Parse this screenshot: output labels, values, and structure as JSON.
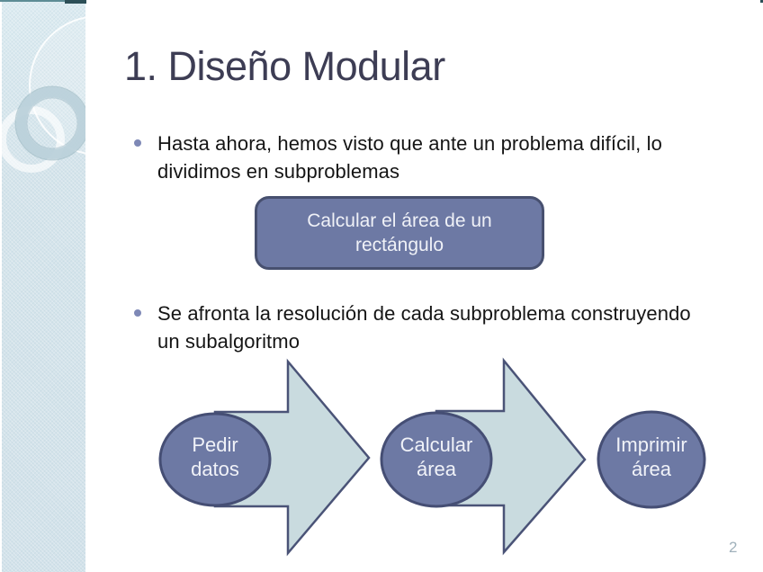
{
  "slide": {
    "title": "1. Diseño Modular",
    "page_number": "2",
    "bullets": [
      {
        "text": "Hasta ahora, hemos visto que ante un problema difícil, lo dividimos en subproblemas"
      },
      {
        "text": "Se afronta la resolución de cada subproblema construyendo un subalgoritmo"
      }
    ],
    "callout_box": {
      "text": "Calcular el área de un rectángulo"
    },
    "diagram": {
      "nodes": [
        {
          "line1": "Pedir",
          "line2": "datos"
        },
        {
          "line1": "Calcular",
          "line2": "área"
        },
        {
          "line1": "Imprimir",
          "line2": "área"
        }
      ]
    },
    "colors": {
      "title_text": "#3d3d54",
      "body_text": "#151515",
      "bullet_dot": "#7e88b6",
      "node_fill": "#6d79a4",
      "node_border": "#47506f",
      "arrow_fill": "#c9dbdf",
      "arrow_border": "#4a5377",
      "sidebar_bg": "#d5e4eb",
      "accent_teal_dark": "#2c4f57",
      "accent_teal_line": "#5d8c95",
      "page_number_text": "#a0b1bb",
      "callout_text": "#eff1f7"
    }
  }
}
